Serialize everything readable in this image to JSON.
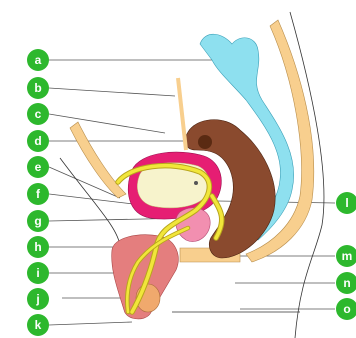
{
  "left_labels": [
    "a",
    "b",
    "c",
    "d",
    "e",
    "f",
    "g",
    "h",
    "i",
    "j",
    "k"
  ],
  "right_labels": [
    "l",
    "m",
    "n",
    "o"
  ],
  "colors": {
    "badge": "#2db82d",
    "bone": "#f8cf8e",
    "bladder": "#e61e73",
    "bladder_inner": "#f7f3cc",
    "intestine": "#8ee0ef",
    "rectum": "#8a4a2e",
    "duct": "#f1e63a",
    "muscle": "#e47e7e"
  }
}
